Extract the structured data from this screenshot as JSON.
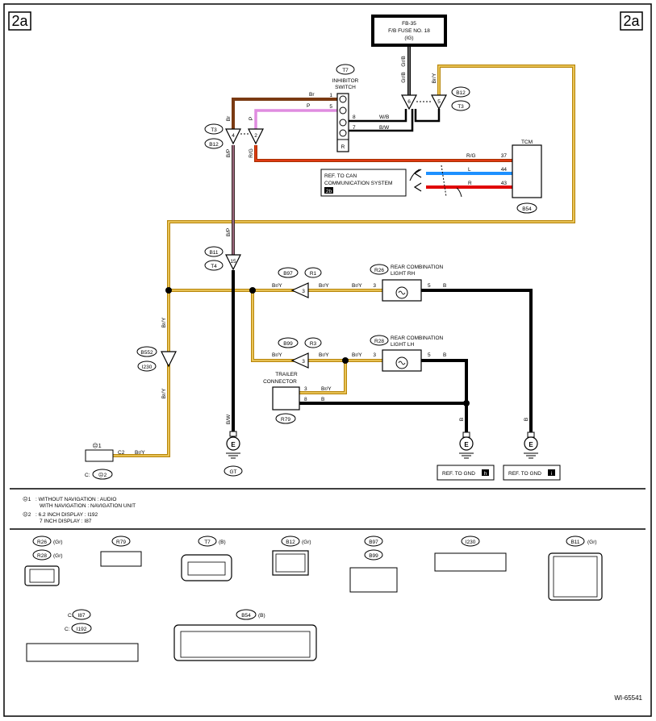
{
  "page_tags": [
    "2a",
    "2a"
  ],
  "figure_id": "WI-65541",
  "fuse": {
    "line1": "FB-35",
    "line2": "F/B FUSE NO. 18",
    "line3": "(IG)"
  },
  "inhibitor": {
    "code": "T7",
    "line1": "INHIBITOR",
    "line2": "SWITCH",
    "pins": [
      "1",
      "5",
      "8",
      "7"
    ],
    "r_label": "R"
  },
  "tcm": {
    "label": "TCM",
    "code": "B54",
    "pins": [
      "37",
      "44",
      "43"
    ]
  },
  "can_ref": {
    "line1": "REF. TO CAN",
    "line2": "COMMUNICATION SYSTEM",
    "tag": "2b"
  },
  "wire_colors": {
    "br": "Br",
    "p": "P",
    "wb": "W/B",
    "bw": "B/W",
    "rg": "R/G",
    "l": "L",
    "r": "R",
    "grb": "Gr/B",
    "bry": "Br/Y",
    "bp": "B/P",
    "b": "B"
  },
  "connectors": {
    "t3": "T3",
    "b12": "B12",
    "b11": "B11",
    "t4": "T4",
    "b97": "B97",
    "r1": "R1",
    "b99": "B99",
    "r3": "R3",
    "b552": "B552",
    "i230": "I230",
    "r79": "R79",
    "r26": "R26",
    "r28": "R28"
  },
  "inline_pins": {
    "six": "6",
    "five": "5",
    "two": "2",
    "four": "4",
    "fifteen": "15",
    "three": "3"
  },
  "rear_rh": {
    "line1": "REAR COMBINATION",
    "line2": "LIGHT RH",
    "pin_in": "3",
    "pin_out": "5"
  },
  "rear_lh": {
    "line1": "REAR COMBINATION",
    "line2": "LIGHT LH",
    "pin_in": "3",
    "pin_out": "5"
  },
  "trailer": {
    "line1": "TRAILER",
    "line2": "CONNECTOR",
    "pin3": "3",
    "pin8": "8"
  },
  "grounds": {
    "gt": "GT",
    "e": "E",
    "ref_h": "REF. TO GND",
    "tag_h": "h",
    "ref_i": "REF. TO GND",
    "tag_i": "i"
  },
  "c_node": {
    "star": "☹1",
    "pin": "C2",
    "prefix": "C:",
    "star2": "☹2"
  },
  "notes": {
    "n1_mark": "☹1",
    "n1_line1": ": WITHOUT NAVIGATION  : AUDIO",
    "n1_line2": "WITH NAVIGATION  : NAVIGATION UNIT",
    "n2_mark": "☹2",
    "n2_line1": ": 6.2 INCH DISPLAY  : I192",
    "n2_line2": "7 INCH DISPLAY  : I87"
  },
  "legend": {
    "r26": "R26",
    "r28": "R28",
    "gr": "(Gr)",
    "b_color": "(B)",
    "r79": "R79",
    "t7": "T7",
    "b12": "B12",
    "b97": "B97",
    "b99": "B99",
    "i230": "I230",
    "b11": "B11",
    "i87": "I87",
    "i192": "I192",
    "b54": "B54",
    "c": "C:"
  }
}
